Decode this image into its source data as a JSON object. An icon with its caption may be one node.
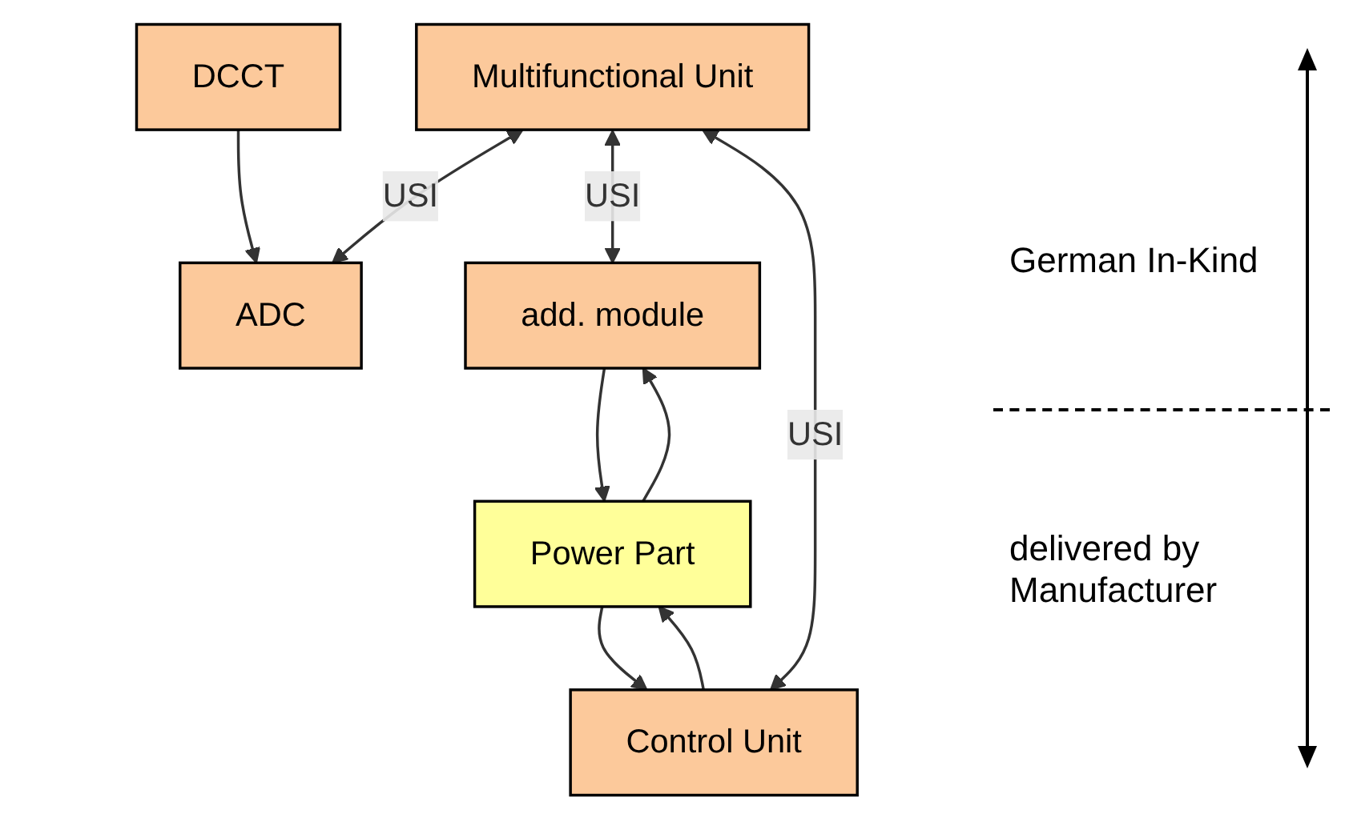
{
  "diagram": {
    "nodes": [
      {
        "text": [
          "Multifunctional Unit"
        ]
      },
      {
        "text": [
          "ADC"
        ]
      },
      {
        "text": [
          "DCCT"
        ]
      },
      {
        "text": [
          "add. module"
        ]
      },
      {
        "text": [
          "Control Unit"
        ]
      },
      {
        "text": [
          "Power Part"
        ]
      }
    ],
    "edges": [
      {
        "from": 0,
        "to": 1,
        "arrow": "both",
        "label": "USI"
      },
      {
        "from": 2,
        "to": 1,
        "arrow": "to"
      },
      {
        "from": 0,
        "to": 3,
        "arrow": "both",
        "label": "USI"
      },
      {
        "from": 0,
        "to": 4,
        "arrow": "both",
        "label": "USI"
      },
      {
        "from": 3,
        "to": 5,
        "arrow": "to"
      },
      {
        "from": 5,
        "to": 3,
        "arrow": "to"
      },
      {
        "from": 4,
        "to": 5,
        "arrow": "to"
      },
      {
        "from": 5,
        "to": 4,
        "arrow": "to"
      }
    ],
    "labels": [
      "German In-Kind",
      "delivered by Manufacturer"
    ]
  }
}
